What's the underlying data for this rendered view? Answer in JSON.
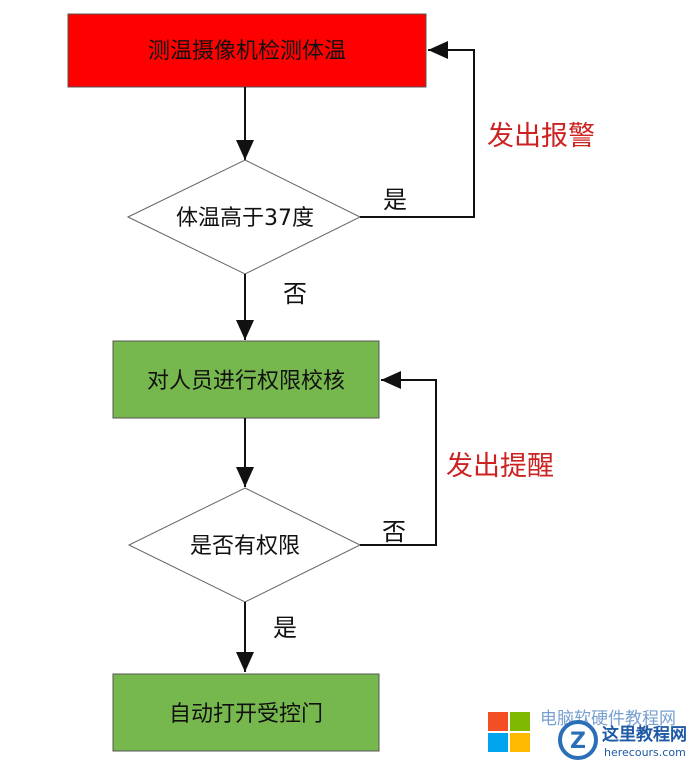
{
  "colors": {
    "red_box": "#ff0000",
    "green_box": "#77b84e",
    "line": "#111111",
    "side_label": "#cc2222"
  },
  "boxes": {
    "measure": "测温摄像机检测体温",
    "verify": "对人员进行权限校核",
    "open": "自动打开受控门"
  },
  "decisions": {
    "temp": "体温高于37度",
    "auth": "是否有权限"
  },
  "branches": {
    "temp_yes": "是",
    "temp_no": "否",
    "auth_no": "否",
    "auth_yes": "是"
  },
  "side_labels": {
    "alarm": "发出报警",
    "remind": "发出提醒"
  },
  "watermark": {
    "top_text": "电脑软硬件教程网",
    "logo_text": "这里教程网",
    "url": "herecours.com"
  }
}
